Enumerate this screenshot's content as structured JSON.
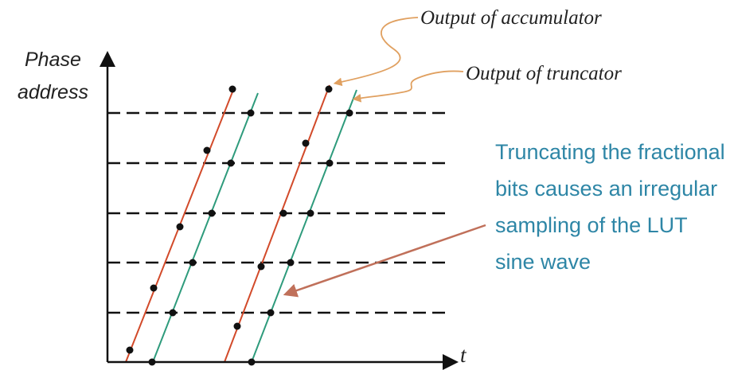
{
  "axis": {
    "y_label_line1": "Phase",
    "y_label_line2": "address",
    "x_label": "t"
  },
  "callouts": {
    "accumulator": "Output of accumulator",
    "truncator": "Output of truncator"
  },
  "note": {
    "lines": [
      "Truncating the fractional",
      "bits causes an irregular",
      "sampling of the LUT",
      "sine wave"
    ]
  },
  "colors": {
    "accumulator_line": "#d24a2a",
    "truncator_line": "#2e9b7c",
    "note_text": "#2e86a6",
    "note_arrow": "#c0705a",
    "callout_arrow": "#e0a060",
    "axis": "#111111",
    "dots": "#111111"
  }
}
